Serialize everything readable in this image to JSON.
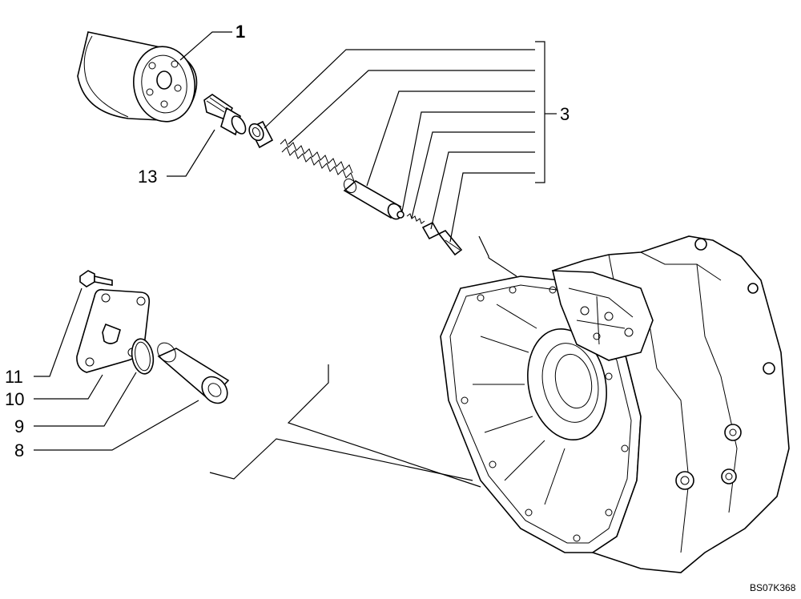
{
  "callouts": {
    "c1": "1",
    "c3": "3",
    "c8": "8",
    "c9": "9",
    "c10": "10",
    "c11": "11",
    "c13": "13"
  },
  "reference_code": "BS07K368"
}
